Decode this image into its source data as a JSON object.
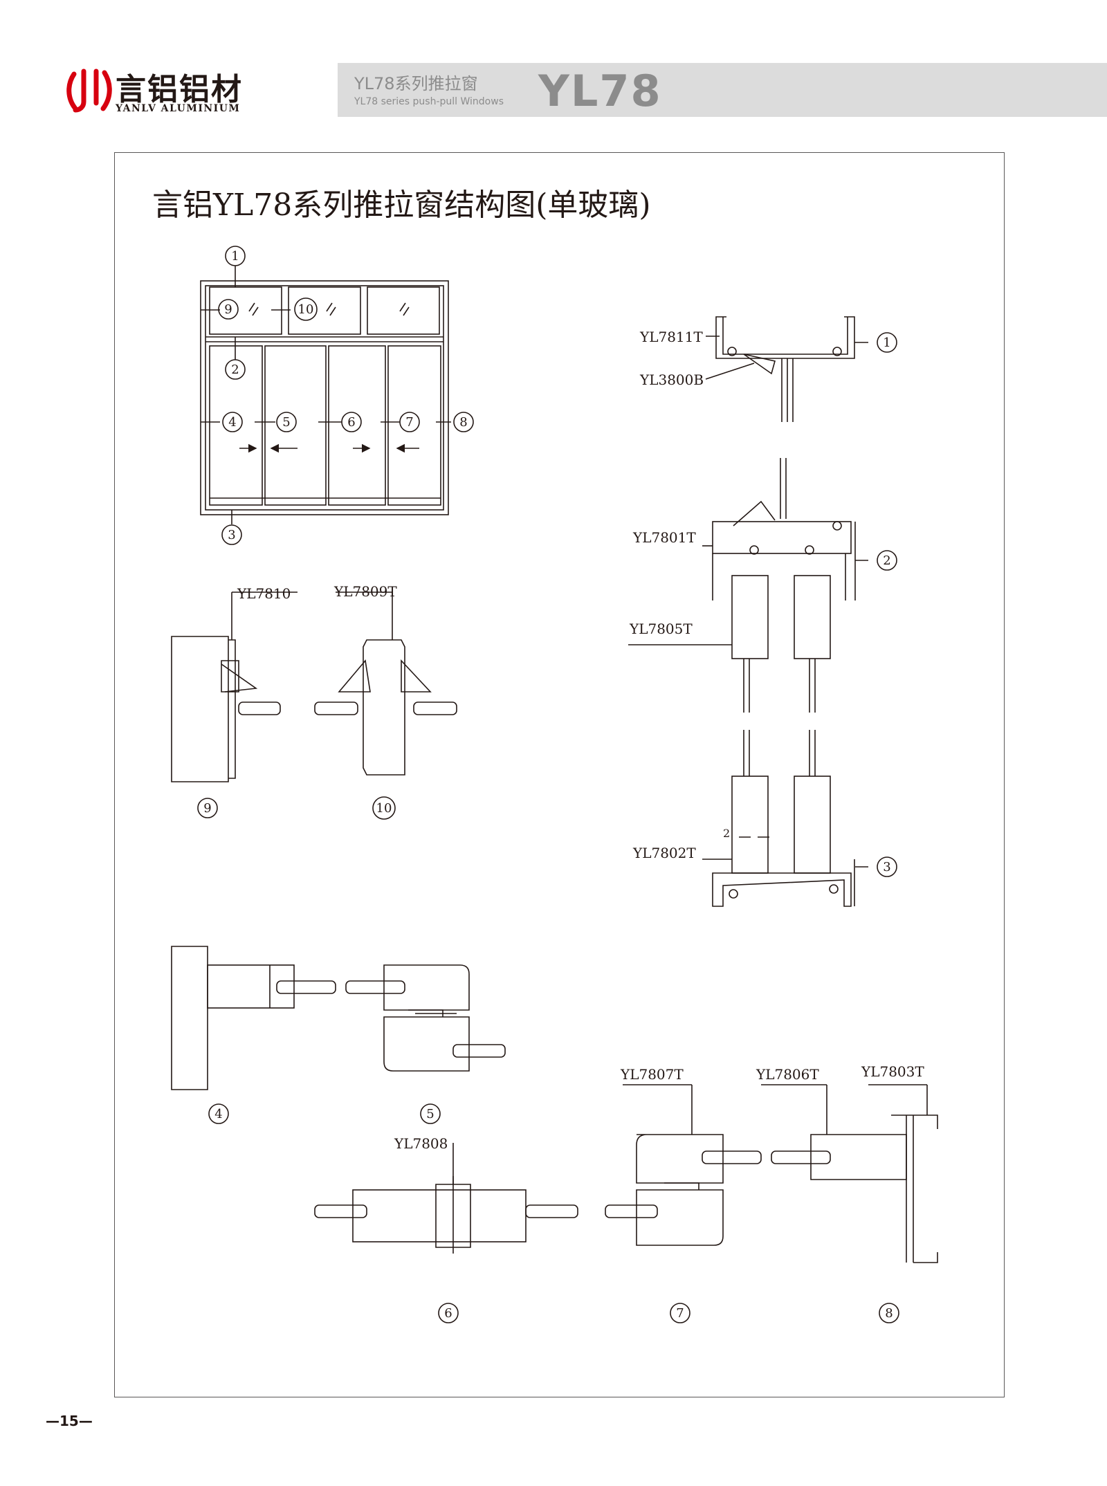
{
  "brand": {
    "name_cn": "言铝铝材",
    "name_en": "YANLV ALUMINIUM"
  },
  "header": {
    "series_cn": "YL78系列推拉窗",
    "series_en": "YL78 series push-pull Windows",
    "code": "YL78"
  },
  "diagram": {
    "title": "言铝YL78系列推拉窗结构图(单玻璃)",
    "callouts": [
      "1",
      "2",
      "3",
      "4",
      "5",
      "6",
      "7",
      "8",
      "9",
      "10"
    ],
    "profile_labels": {
      "p7811": "YL7811T",
      "p3800": "YL3800B",
      "p7801": "YL7801T",
      "p7805": "YL7805T",
      "p7802": "YL7802T",
      "p7810": "YL7810",
      "p7809": "YL7809T",
      "p7807": "YL7807T",
      "p7806": "YL7806T",
      "p7803": "YL7803T",
      "p7808": "YL7808"
    },
    "dimension": "2"
  },
  "footer": {
    "page_number": "—15—"
  },
  "colors": {
    "line": "#231815",
    "header_bg": "#dcdcdc",
    "header_text": "#8c8c8c",
    "logo_red": "#d7000f"
  }
}
